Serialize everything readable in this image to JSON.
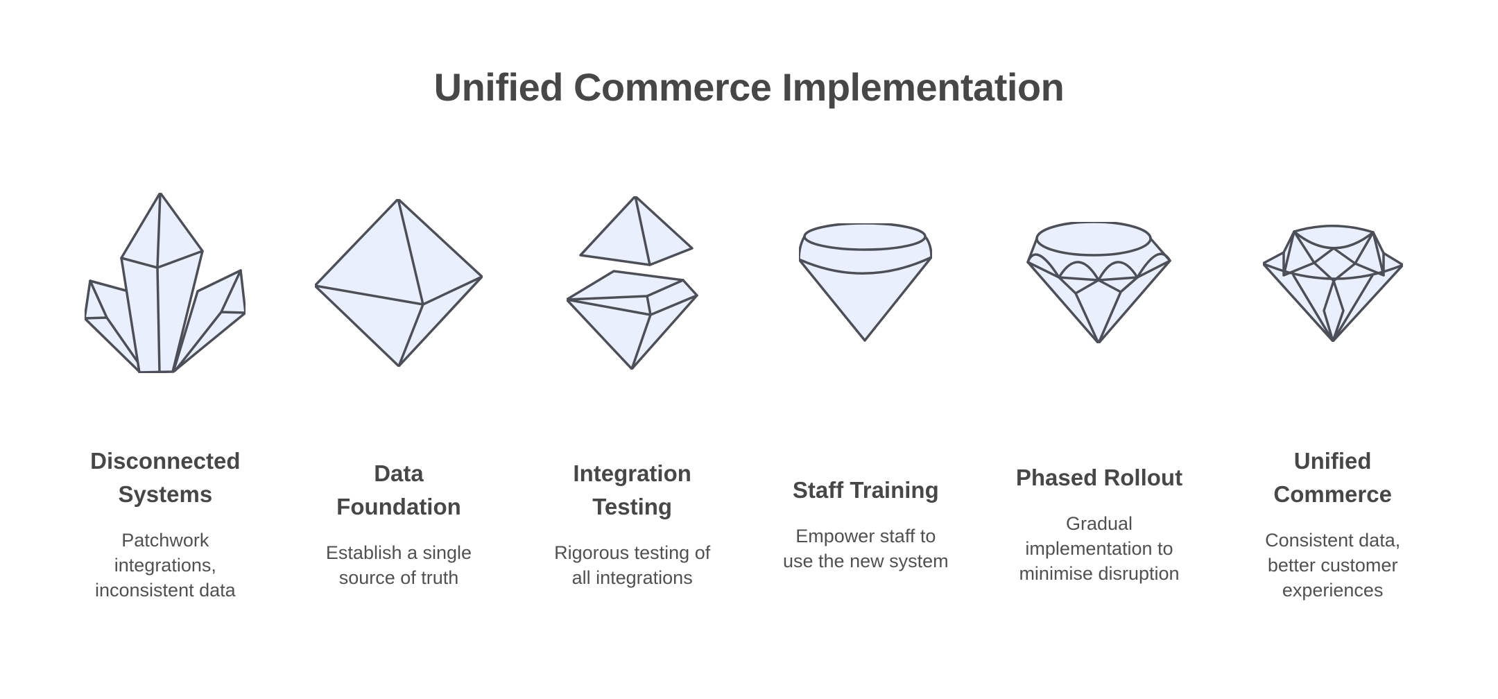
{
  "title": "Unified Commerce Implementation",
  "colors": {
    "background": "#FFFFFF",
    "diamond_fill": "#E9EFFC",
    "diamond_stroke": "#4D4F58",
    "heading_text": "#474747",
    "body_text": "#505050"
  },
  "stages": [
    {
      "name": "Disconnected Systems",
      "icon": "crystal-cluster-icon",
      "heading_lines": [
        "Disconnected",
        "Systems"
      ],
      "description": "Patchwork integrations, inconsistent data",
      "description_lines": [
        "Patchwork",
        "integrations,",
        "inconsistent data"
      ]
    },
    {
      "name": "Data Foundation",
      "icon": "rough-octahedron-diamond-icon",
      "heading_lines": [
        "Data",
        "Foundation"
      ],
      "description": "Establish a single source of truth",
      "description_lines": [
        "Establish a single",
        "source of truth"
      ]
    },
    {
      "name": "Integration Testing",
      "icon": "split-diamond-icon",
      "heading_lines": [
        "Integration",
        "Testing"
      ],
      "description": "Rigorous testing of all integrations",
      "description_lines": [
        "Rigorous testing of",
        "all integrations"
      ]
    },
    {
      "name": "Staff Training",
      "icon": "cone-diamond-icon",
      "heading_lines": [
        "Staff Training"
      ],
      "description": "Empower staff to use the new system",
      "description_lines": [
        "Empower staff to",
        "use the new system"
      ]
    },
    {
      "name": "Phased Rollout",
      "icon": "faceted-diamond-icon",
      "heading_lines": [
        "Phased Rollout"
      ],
      "description": "Gradual implementation to minimise disruption",
      "description_lines": [
        "Gradual",
        "implementation to",
        "minimise disruption"
      ]
    },
    {
      "name": "Unified Commerce",
      "icon": "brilliant-diamond-icon",
      "heading_lines": [
        "Unified",
        "Commerce"
      ],
      "description": "Consistent data, better customer experiences",
      "description_lines": [
        "Consistent data,",
        "better customer",
        "experiences"
      ]
    }
  ]
}
